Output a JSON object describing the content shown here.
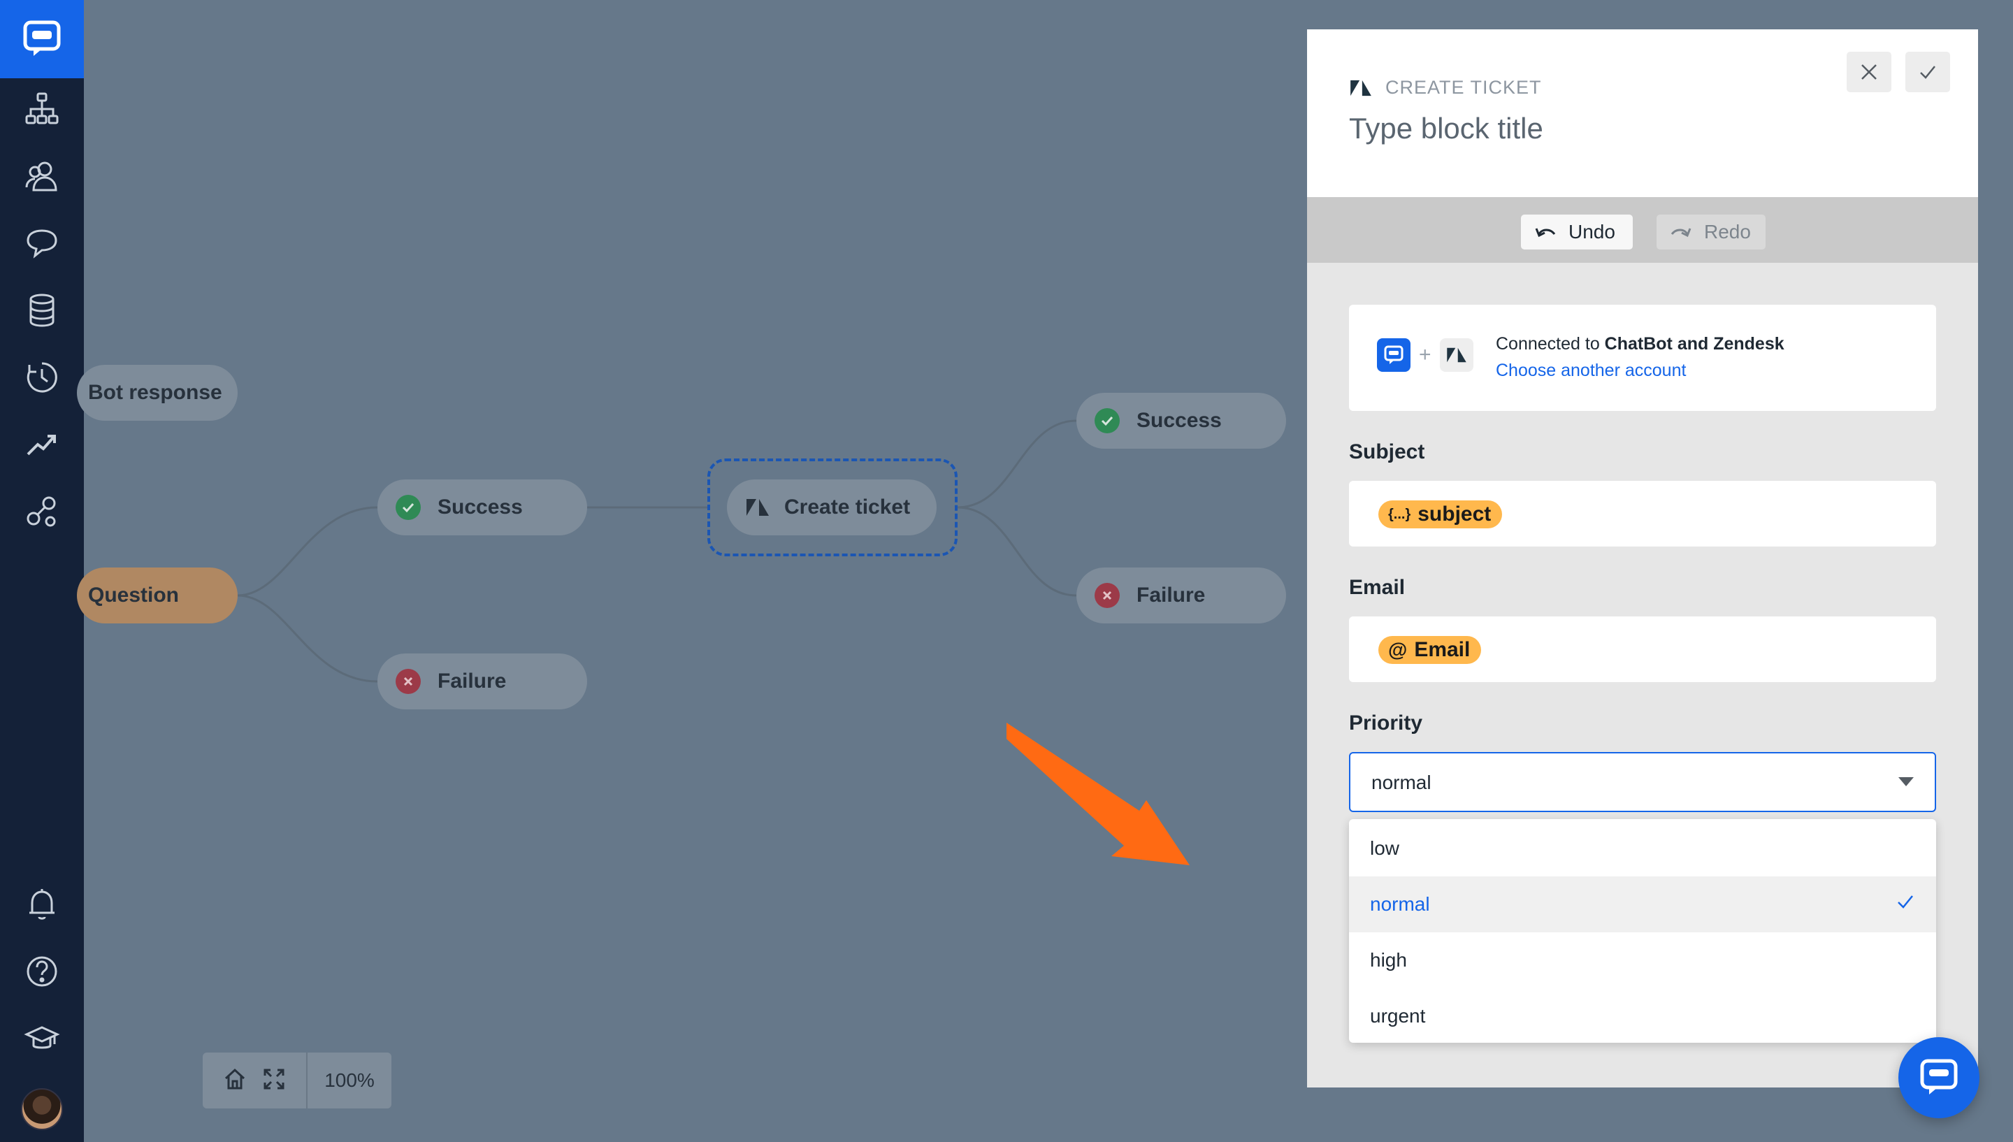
{
  "sidebar": {
    "items": [
      {
        "icon": "chatbot-logo-icon"
      },
      {
        "icon": "stories-tree-icon"
      },
      {
        "icon": "audience-users-icon"
      },
      {
        "icon": "chat-bubbles-icon"
      },
      {
        "icon": "database-icon"
      },
      {
        "icon": "history-clock-icon"
      },
      {
        "icon": "reports-chart-icon"
      },
      {
        "icon": "integrations-icon"
      }
    ],
    "bottom": [
      {
        "icon": "bell-icon"
      },
      {
        "icon": "help-icon"
      },
      {
        "icon": "academy-cap-icon"
      },
      {
        "icon": "avatar"
      }
    ]
  },
  "canvas": {
    "nodes": {
      "bot_response": "Bot response",
      "question": "Question",
      "success_1": "Success",
      "failure_1": "Failure",
      "create_ticket": "Create ticket",
      "success_2": "Success",
      "failure_2": "Failure"
    },
    "zoom": "100%"
  },
  "panel": {
    "kind_label": "CREATE TICKET",
    "title_placeholder": "Type block title",
    "undo_label": "Undo",
    "redo_label": "Redo",
    "connection": {
      "prefix": "Connected to",
      "accounts": "ChatBot and Zendesk",
      "plus": "+",
      "link": "Choose another account"
    },
    "subject": {
      "label": "Subject",
      "chip": "subject",
      "chip_icon": "{...}"
    },
    "email": {
      "label": "Email",
      "chip": "Email",
      "chip_icon": "@"
    },
    "priority": {
      "label": "Priority",
      "value": "normal",
      "options": [
        "low",
        "normal",
        "high",
        "urgent"
      ],
      "selected": "normal"
    }
  },
  "colors": {
    "accent": "#1565e8",
    "sidebar": "#142138",
    "canvas": "#66788a",
    "chip": "#ffb84d",
    "arrow": "#ff6a13"
  }
}
